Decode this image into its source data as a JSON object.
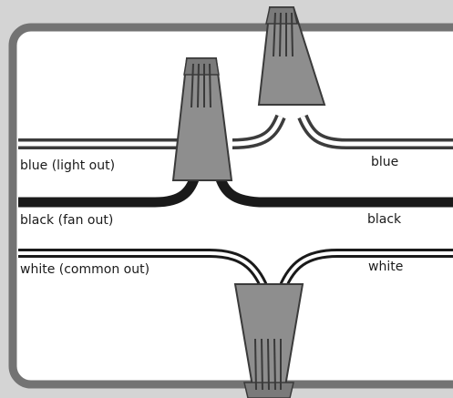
{
  "colors": {
    "box_fill": "#d4d4d4",
    "box_border": "#737373",
    "inner_fill": "#ffffff",
    "wire_black": "#1a1a1a",
    "wire_blue_insulation": "#7f7f7f",
    "wire_nut_fill": "#8e8e8e",
    "wire_nut_stroke": "#3a3a3a"
  },
  "labels": {
    "left_blue": "blue (light out)",
    "right_blue": "blue",
    "left_black": "black (fan out)",
    "right_black": "black",
    "left_white": "white (common out)",
    "right_white": "white"
  },
  "icons": {
    "wire_nut_blue_left": "wire-nut-icon",
    "wire_nut_blue_right": "wire-nut-icon",
    "wire_nut_white": "wire-nut-icon"
  }
}
